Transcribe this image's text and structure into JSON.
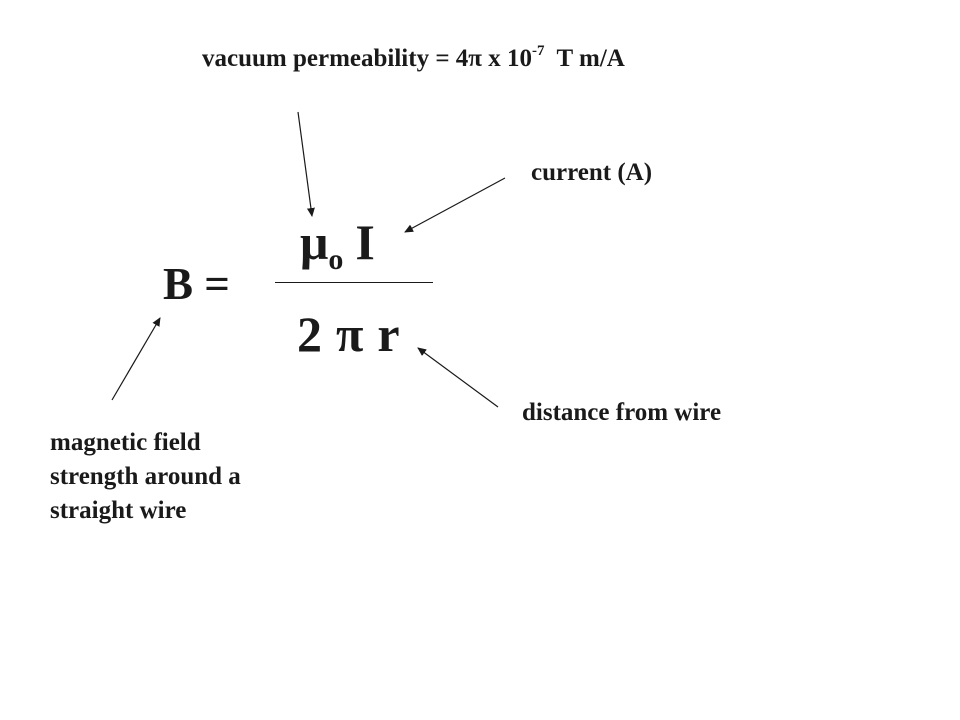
{
  "labels": {
    "permeability_text": "vacuum permeability = 4π x 10",
    "permeability_exponent": "-7",
    "permeability_unit": "T m/A",
    "current": "current (A)",
    "distance": "distance from wire",
    "field_lines": [
      "magnetic field",
      "strength around a",
      "straight wire"
    ]
  },
  "equation": {
    "lhs": "B =",
    "numerator_mu": "μ",
    "numerator_sub": "o",
    "numerator_var": "I",
    "denominator_two": "2",
    "denominator_pi": "π",
    "denominator_var": "r"
  },
  "colors": {
    "text": "#1a1a1a",
    "background": "#ffffff"
  }
}
